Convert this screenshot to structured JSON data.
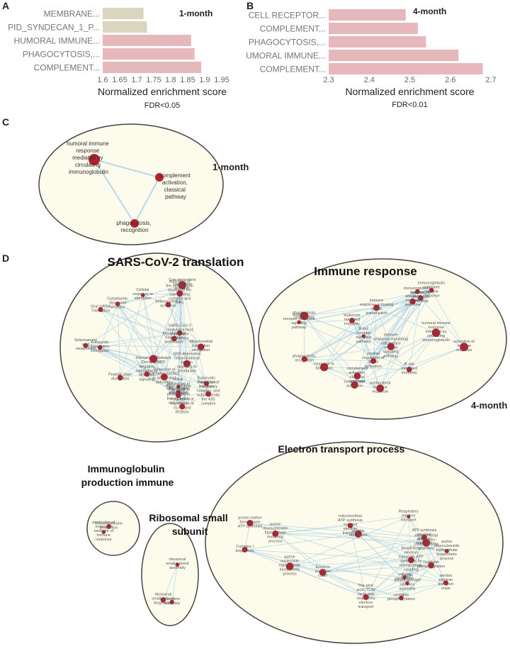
{
  "panels": {
    "a": "A",
    "b": "B",
    "c": "C",
    "d": "D"
  },
  "chart_data": [
    {
      "type": "bar",
      "orientation": "horizontal",
      "title": "1-month",
      "categories": [
        "MEMBRANE...",
        "PID_SYNDECAN_1_P...",
        "HUMORAL IMMUNE...",
        "PHAGOCYTOSIS,...",
        "COMPLEMENT..."
      ],
      "values": [
        1.72,
        1.73,
        1.86,
        1.87,
        1.89
      ],
      "colors": [
        "#d9d5bf",
        "#d9d5bf",
        "#e6b8bc",
        "#e6b8bc",
        "#e6b8bc"
      ],
      "xlim": [
        1.6,
        1.95
      ],
      "xticks": [
        "1.6",
        "1.65",
        "1.7",
        "1.75",
        "1.8",
        "1.85",
        "1.9",
        "1.95"
      ],
      "xlabel": "Normalized enrichment score",
      "note": "FDR<0.05"
    },
    {
      "type": "bar",
      "orientation": "horizontal",
      "title": "4-month",
      "categories": [
        "B CELL RECEPTOR...",
        "COMPLEMENT...",
        "PHAGOCYTOSIS,...",
        "HUMORAL IMMUNE...",
        "COMPLEMENT..."
      ],
      "values": [
        2.49,
        2.52,
        2.54,
        2.62,
        2.68
      ],
      "colors": [
        "#e6b8bc",
        "#e6b8bc",
        "#e6b8bc",
        "#e6b8bc",
        "#e6b8bc"
      ],
      "xlim": [
        2.3,
        2.7
      ],
      "xticks": [
        "2.3",
        "2.4",
        "2.5",
        "2.6",
        "2.7"
      ],
      "xlabel": "Normalized enrichment score",
      "note": "FDR<0.01"
    }
  ],
  "network_c": {
    "label": "1-month",
    "nodes": [
      "humoral immune response mediated by circulating immunoglobulin",
      "complement activation, classical pathway",
      "phagocytosis, recognition"
    ]
  },
  "network_d": {
    "label": "4-month",
    "clusters": {
      "sars": {
        "title": "SARS-CoV-2 translation",
        "nodes": [
          "Mitochondrial translation termination",
          "SARS-CoV-2 modulates host translation machinery",
          "Eukaryotic Translation Elongation",
          "Formation of the ternary complex, and subsequently the 43S complex",
          "Mitochondrial translation",
          "Eukaryotic Translation Initiation",
          "Nonsense-Mediated Decay (NMD)",
          "Regulation of expression of SLITs and ROBOs",
          "Major pathway of rRNA processing in the nucleolus and cytosol",
          "Cellular response to starvation",
          "rRNA processing in the nucleus and cytosol",
          "Mitochondrial translation elongation",
          "Viral mRNA Translation",
          "Peptide chain elongation",
          "Selenocysteine synthesis",
          "Response of EIF2AK4 (GCN2) to amino acid deficiency",
          "SRP-dependent cotranslational protein targeting to membrane",
          "Cap-dependent Translation Initiation",
          "Activation of the mRNA upon binding of the cap-binding complex and eIFs",
          "Selenoamino acid metabolism",
          "Negative regulation of NOTCH4 signaling",
          "Cytoplasmic ribosomal proteins"
        ]
      },
      "immune": {
        "title": "Immune response",
        "nodes": [
          "leukocyte mediated immunity",
          "immune response-regulating cell surface receptor signaling pathway",
          "phagocytosis, engulfment",
          "positive regulation of B cell activation",
          "immune response-activating signal transduction",
          "complement activation",
          "phagocytosis, recognition",
          "B cell receptor signaling pathway",
          "activation of immune response",
          "complement activation, classical pathway",
          "adaptive immune response",
          "humoral immune response mediated by circulating immunoglobulin",
          "B cell mediated immunity",
          "immunoglobulin mediated immune response",
          "response to bacterium",
          "antibacterial humoral response",
          "lymphocyte mediated immunity",
          "antigen receptor-mediated signaling pathway",
          "Immunoglobulin complex"
        ]
      },
      "ig": {
        "title": "Immunoglobulin production immune",
        "nodes": [
          "immunoglobulin production",
          "production of molecular mediator of immune response"
        ]
      },
      "ribo": {
        "title": "Ribosomal small subunit",
        "nodes": [
          "ribosomal small subunit assembly",
          "ribosome assembly",
          "ribosomal small subunit biogenesis"
        ]
      },
      "etp": {
        "title": "Electron transport process",
        "nodes": [
          "purine ribonucleoside triphosphate biosynthetic process",
          "ATP synthesis coupled electron transport",
          "purine ribonucleoside triphosphate metabolic process",
          "NADH dehydrogenase complex assembly",
          "oxidative phosphorylation",
          "Oxidative phosphorylation",
          "The citric acid (TCA) cycle and respiratory electron transport",
          "aerobic electron transport chain",
          "Respiratory electron transport, ATP synthesis by chemiosmotic coupling",
          "proton motive force-driven ATP synthesis",
          "mitochondrial respiratory chain complex assembly",
          "aerobic respiration",
          "Electron transport chain",
          "cellular respiration",
          "Complex I biogenesis",
          "Respiratory electron transport",
          "mitochondrial ATP synthesis coupled electron transport",
          "purine nucleoside triphosphate biosynthetic process"
        ]
      }
    }
  }
}
